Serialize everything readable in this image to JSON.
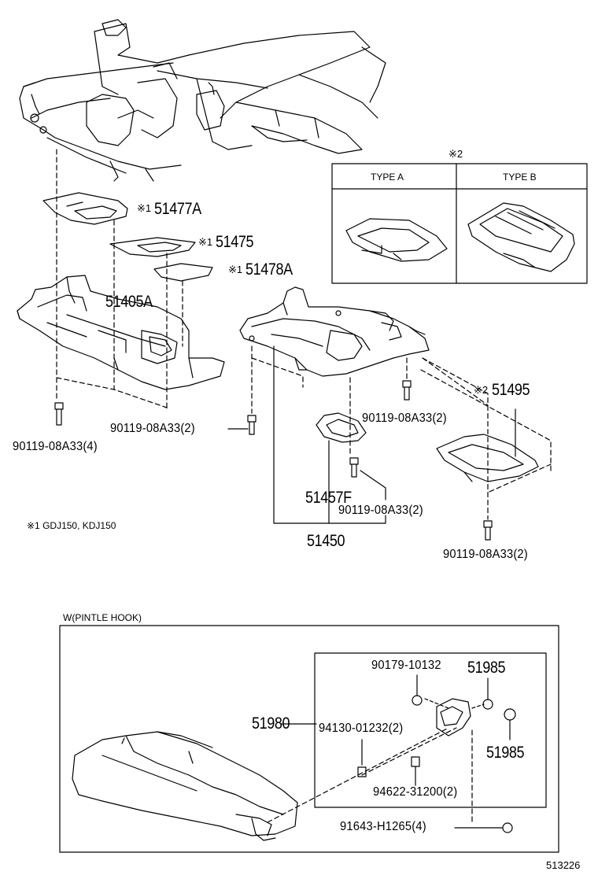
{
  "labels": {
    "p51477a": "51477A",
    "p51475": "51475",
    "p51478a": "51478A",
    "p51405a": "51405A",
    "p51495": "51495",
    "p51457f": "51457F",
    "p51450": "51450",
    "p51980": "51980",
    "p51985_top": "51985",
    "p51985_bottom": "51985",
    "bolt_left": "90119-08A33(4)",
    "bolt_mid_left": "90119-08A33(2)",
    "bolt_mid_right": "90119-08A33(2)",
    "bolt_center": "90119-08A33(2)",
    "bolt_right": "90119-08A33(2)",
    "hook_pin": "90179-10132",
    "hook_bolt": "94130-01232(2)",
    "hook_washer": "94622-31200(2)",
    "hook_frame_bolt": "91643-H1265(4)"
  },
  "marks": {
    "m1_a": "※1",
    "m1_b": "※1",
    "m1_c": "※1",
    "m2_inset": "※2",
    "m2_51495": "※2"
  },
  "inset": {
    "type_a": "TYPE A",
    "type_b": "TYPE B"
  },
  "notes": {
    "note1": "※1 GDJ150, KDJ150",
    "pintle_section": "W(PINTLE HOOK)"
  },
  "reference_number": "513226"
}
